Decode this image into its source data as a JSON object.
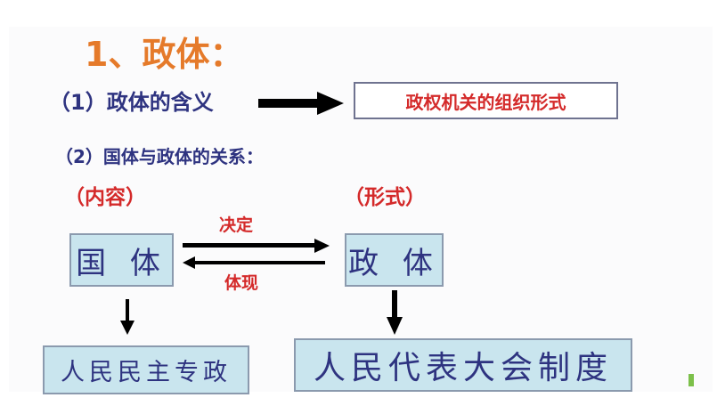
{
  "title": "1、政体：",
  "section1": {
    "label": "（1）政体的含义",
    "definition": "政权机关的组织形式"
  },
  "section2": {
    "label": "（2）国体与政体的关系："
  },
  "diagram": {
    "left_caption": "（内容）",
    "right_caption": "（形式）",
    "left_box": "国 体",
    "right_box": "政 体",
    "arrow_right_label": "决定",
    "arrow_left_label": "体现",
    "left_result": "人民民主专政",
    "right_result": "人民代表大会制度"
  },
  "colors": {
    "title": "#e57a2a",
    "navy": "#2e3380",
    "red": "#d42a2a",
    "box_fill": "#c9e5ee"
  }
}
